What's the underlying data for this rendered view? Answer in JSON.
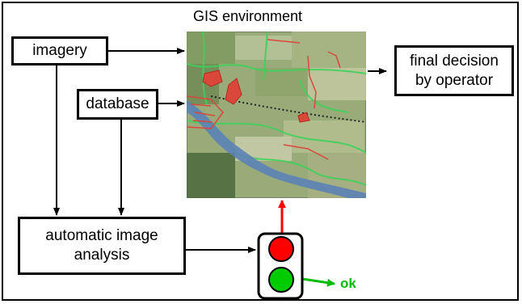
{
  "gis": {
    "title": "GIS environment"
  },
  "inputs": {
    "imagery": "imagery",
    "database": "database"
  },
  "analysis": {
    "line1": "automatic image",
    "line2": "analysis"
  },
  "decision": {
    "line1": "final decision",
    "line2": "by operator"
  },
  "signal": {
    "ok_label": "ok"
  },
  "colors": {
    "red_light": "#ff0000",
    "green_light": "#00cc00",
    "arrow_red": "#ff0000",
    "arrow_green": "#00bb00"
  }
}
